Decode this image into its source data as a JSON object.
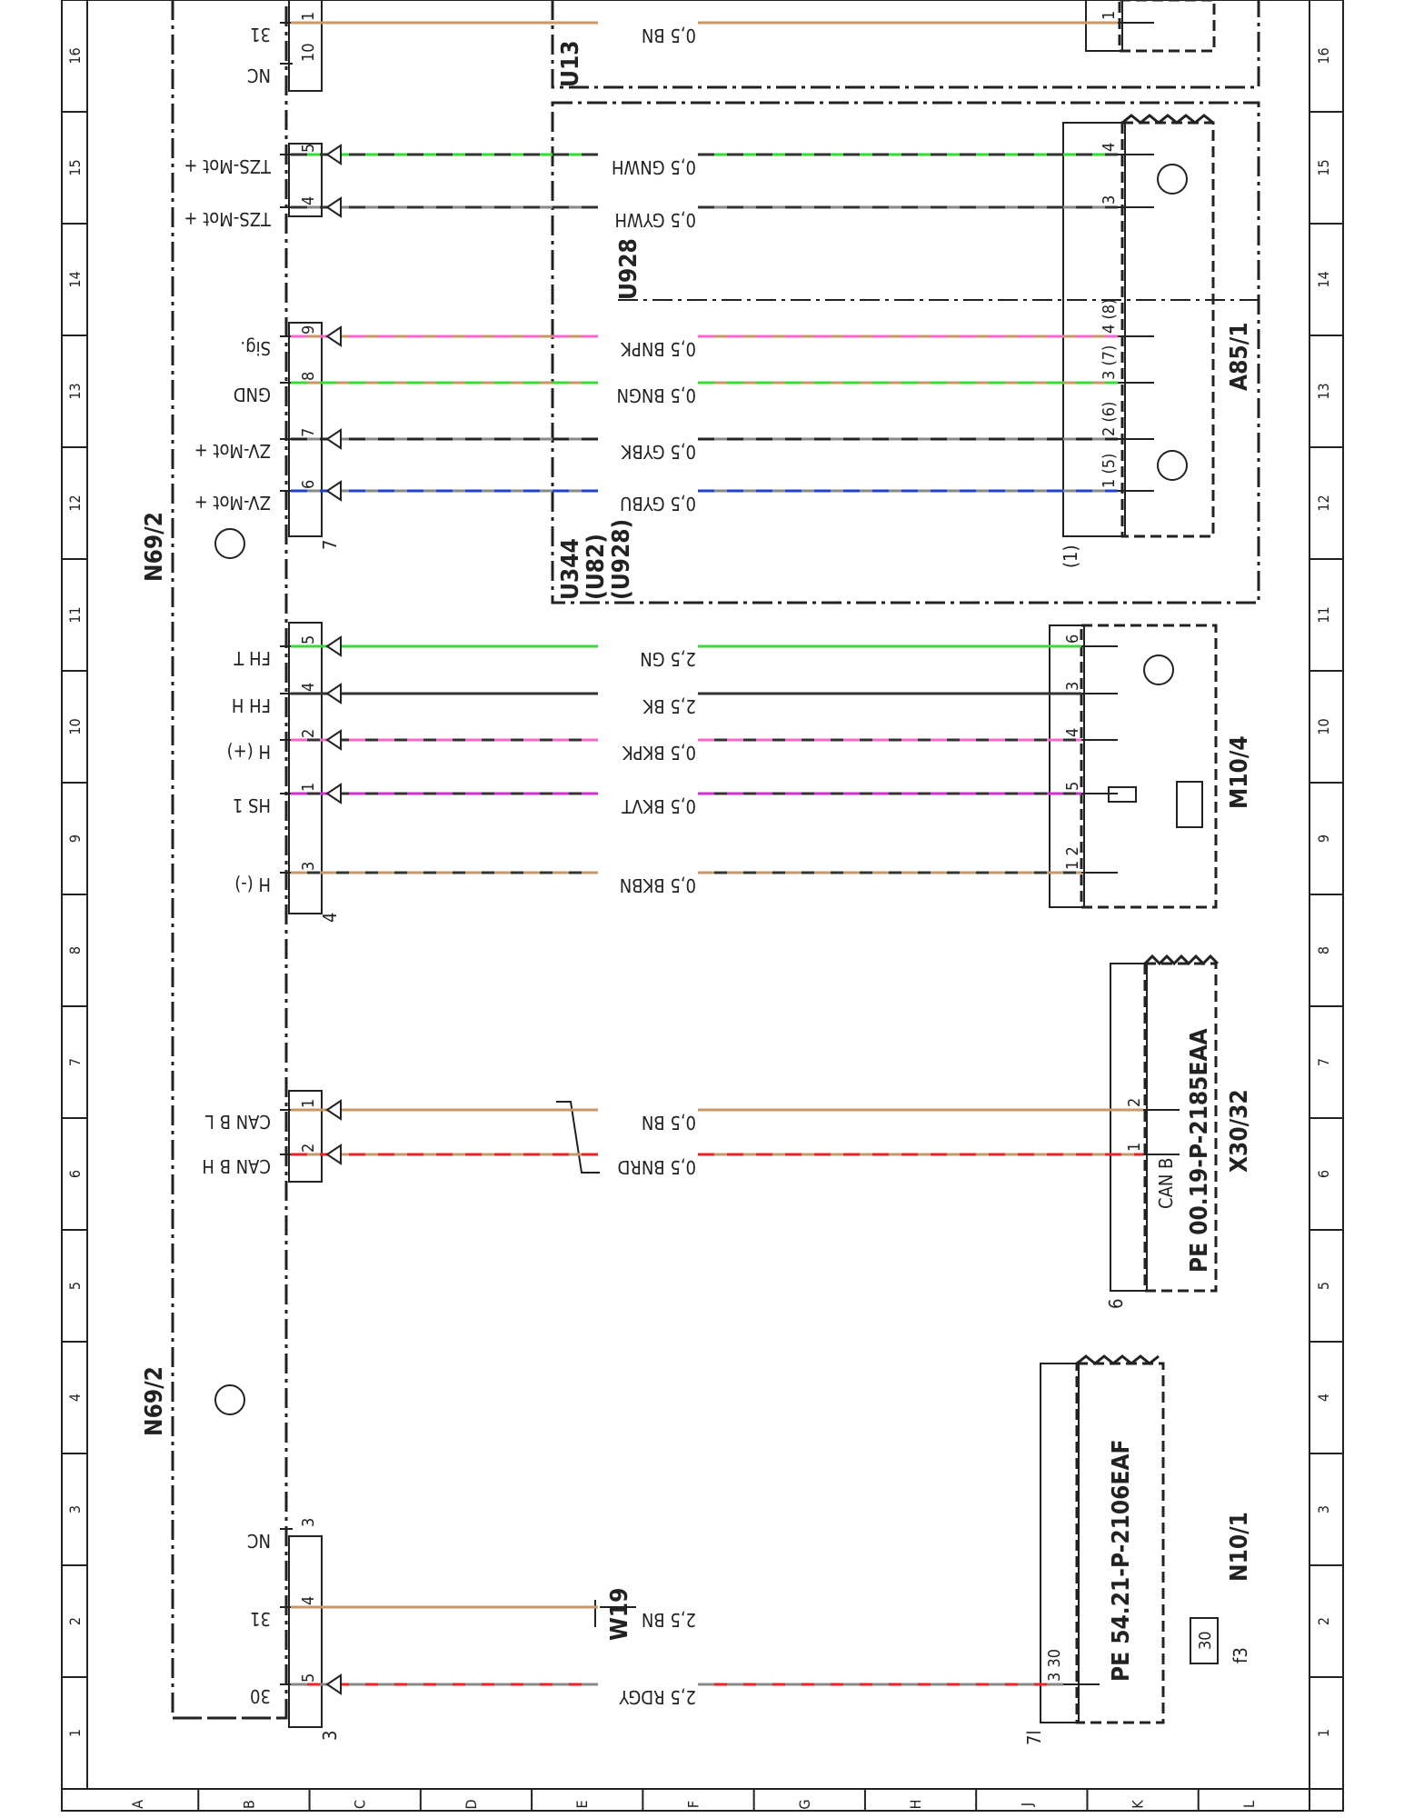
{
  "grid": {
    "columns": [
      "1",
      "2",
      "3",
      "4",
      "5",
      "6",
      "7",
      "8",
      "9",
      "10",
      "11",
      "12",
      "13",
      "14",
      "15",
      "16"
    ],
    "rows": [
      "A",
      "B",
      "C",
      "D",
      "E",
      "F",
      "G",
      "H",
      "J",
      "K",
      "L"
    ]
  },
  "components": {
    "n69_2_upper": "N69/2",
    "n69_2_lower": "N69/2",
    "u13": "U13",
    "u928": "U928",
    "u344": "U344",
    "u82": "(U82)",
    "u928_paren": "(U928)",
    "a85_1": "A85/1",
    "m10_4": "M10/4",
    "x30_32": "X30/32",
    "can_b": "CAN B",
    "pe_can": "PE 00.19-P-2185EAA",
    "n10_1": "N10/1",
    "pe_fuse": "PE 54.21-P-2106EAF",
    "fuse_f3": "f3",
    "fuse_rating": "30",
    "w19": "W19"
  },
  "connector_numbers": {
    "c7": "7",
    "c4": "4",
    "c3": "3",
    "c6": "6",
    "c7l": "7l",
    "c1_paren": "(1)"
  },
  "wires": [
    {
      "pin_label": "31",
      "pin": "1",
      "wire": "0,5 BN",
      "colors": [
        "#c89868"
      ],
      "dest_pin": "1"
    },
    {
      "pin_label": "NC",
      "pin": "10",
      "wire": "",
      "colors": [],
      "dest_pin": ""
    },
    {
      "pin_label": "TZS-Mot +",
      "pin": "5",
      "wire": "0,5 GNWH",
      "colors": [
        "#33dd33",
        "#333333"
      ],
      "dest_pin": "4"
    },
    {
      "pin_label": "TZS-Mot +",
      "pin": "4",
      "wire": "0,5 GYWH",
      "colors": [
        "#888888",
        "#333333"
      ],
      "dest_pin": "3"
    },
    {
      "pin_label": "Sig.",
      "pin": "9",
      "wire": "0,5 BNPK",
      "colors": [
        "#c89868",
        "#ff66cc"
      ],
      "dest_pin": "4 (8)"
    },
    {
      "pin_label": "GND",
      "pin": "8",
      "wire": "0,5 BNGN",
      "colors": [
        "#c89868",
        "#33dd33"
      ],
      "dest_pin": "3 (7)"
    },
    {
      "pin_label": "ZV-Mot +",
      "pin": "7",
      "wire": "0,5 GYBK",
      "colors": [
        "#888888",
        "#222222"
      ],
      "dest_pin": "2 (6)"
    },
    {
      "pin_label": "ZV-Mot +",
      "pin": "6",
      "wire": "0,5 GYBU",
      "colors": [
        "#888888",
        "#1f3fd0"
      ],
      "dest_pin": "1 (5)"
    },
    {
      "pin_label": "FH T",
      "pin": "5",
      "wire": "2,5 GN",
      "colors": [
        "#33dd33"
      ],
      "dest_pin": "6"
    },
    {
      "pin_label": "FH H",
      "pin": "4",
      "wire": "2,5 BK",
      "colors": [
        "#333333"
      ],
      "dest_pin": "3"
    },
    {
      "pin_label": "H (+)",
      "pin": "2",
      "wire": "0,5 BKPK",
      "colors": [
        "#333333",
        "#ff66cc"
      ],
      "dest_pin": "4"
    },
    {
      "pin_label": "HS 1",
      "pin": "1",
      "wire": "0,5 BKVT",
      "colors": [
        "#333333",
        "#cc33cc"
      ],
      "dest_pin": "5"
    },
    {
      "pin_label": "H (-)",
      "pin": "3",
      "wire": "0,5 BKBN",
      "colors": [
        "#333333",
        "#c89868"
      ],
      "dest_pin": "1 2"
    },
    {
      "pin_label": "CAN B L",
      "pin": "1",
      "wire": "0,5 BN",
      "colors": [
        "#c89868"
      ],
      "dest_pin": "2"
    },
    {
      "pin_label": "CAN B H",
      "pin": "2",
      "wire": "0,5 BNRD",
      "colors": [
        "#c89868",
        "#ee2222"
      ],
      "dest_pin": "1"
    },
    {
      "pin_label": "NC",
      "pin": "3",
      "wire": "",
      "colors": [],
      "dest_pin": ""
    },
    {
      "pin_label": "31",
      "pin": "4",
      "wire": "2,5 BN",
      "colors": [
        "#c89868"
      ],
      "dest_pin": ""
    },
    {
      "pin_label": "30",
      "pin": "5",
      "wire": "2,5 RDGY",
      "colors": [
        "#ee2222",
        "#888888"
      ],
      "dest_pin": "3 30"
    }
  ]
}
